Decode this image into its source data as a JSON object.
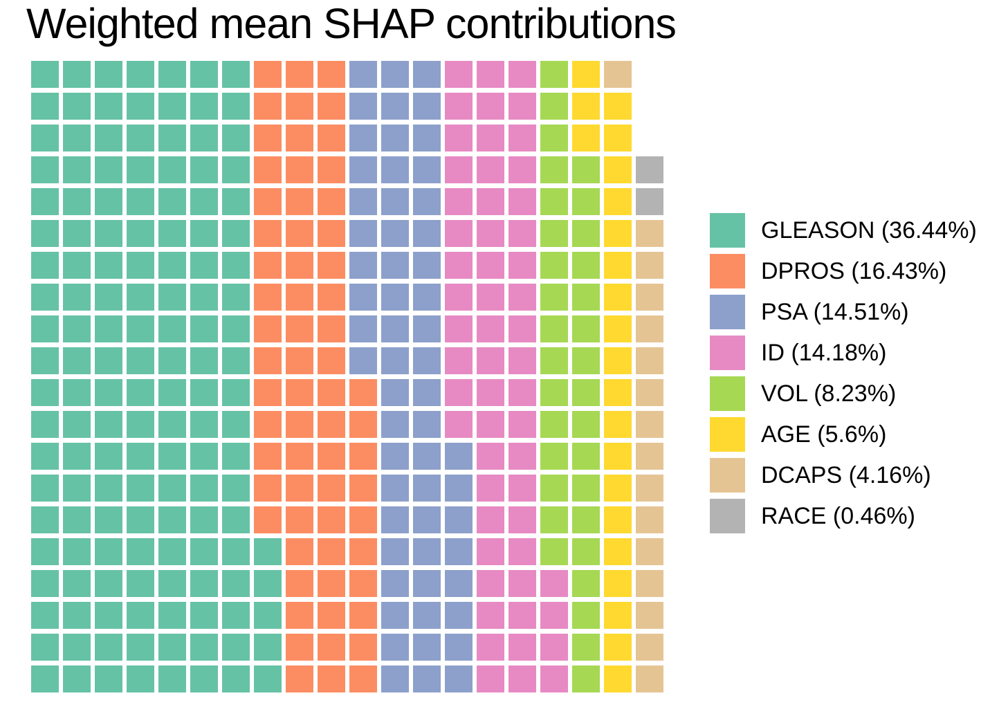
{
  "chart_data": {
    "type": "waffle",
    "title": "Weighted mean SHAP contributions",
    "legend_position": "right",
    "background_color": "#ffffff",
    "grid": {
      "rows": 20,
      "cols": 20,
      "total_cells": 400,
      "empty_cells": 3,
      "fill_order": "column-major, left-to-right, bottom-to-top"
    },
    "categories": [
      "GLEASON",
      "DPROS",
      "PSA",
      "ID",
      "VOL",
      "AGE",
      "DCAPS",
      "RACE"
    ],
    "values": [
      36.44,
      16.43,
      14.51,
      14.18,
      8.23,
      5.6,
      4.16,
      0.46
    ],
    "series": [
      {
        "name": "GLEASON",
        "percent": 36.44,
        "cells": 145,
        "color": "#66C2A5",
        "legend_label": "GLEASON (36.44%)"
      },
      {
        "name": "DPROS",
        "percent": 16.43,
        "cells": 65,
        "color": "#FC8D62",
        "legend_label": "DPROS (16.43%)"
      },
      {
        "name": "PSA",
        "percent": 14.51,
        "cells": 58,
        "color": "#8DA0CB",
        "legend_label": "PSA (14.51%)"
      },
      {
        "name": "ID",
        "percent": 14.18,
        "cells": 56,
        "color": "#E78AC3",
        "legend_label": "ID (14.18%)"
      },
      {
        "name": "VOL",
        "percent": 8.23,
        "cells": 33,
        "color": "#A6D854",
        "legend_label": "VOL (8.23%)"
      },
      {
        "name": "AGE",
        "percent": 5.6,
        "cells": 22,
        "color": "#FFD92F",
        "legend_label": "AGE (5.6%)"
      },
      {
        "name": "DCAPS",
        "percent": 4.16,
        "cells": 16,
        "color": "#E5C494",
        "legend_label": "DCAPS (4.16%)"
      },
      {
        "name": "RACE",
        "percent": 0.46,
        "cells": 2,
        "color": "#B3B3B3",
        "legend_label": "RACE (0.46%)"
      }
    ]
  }
}
